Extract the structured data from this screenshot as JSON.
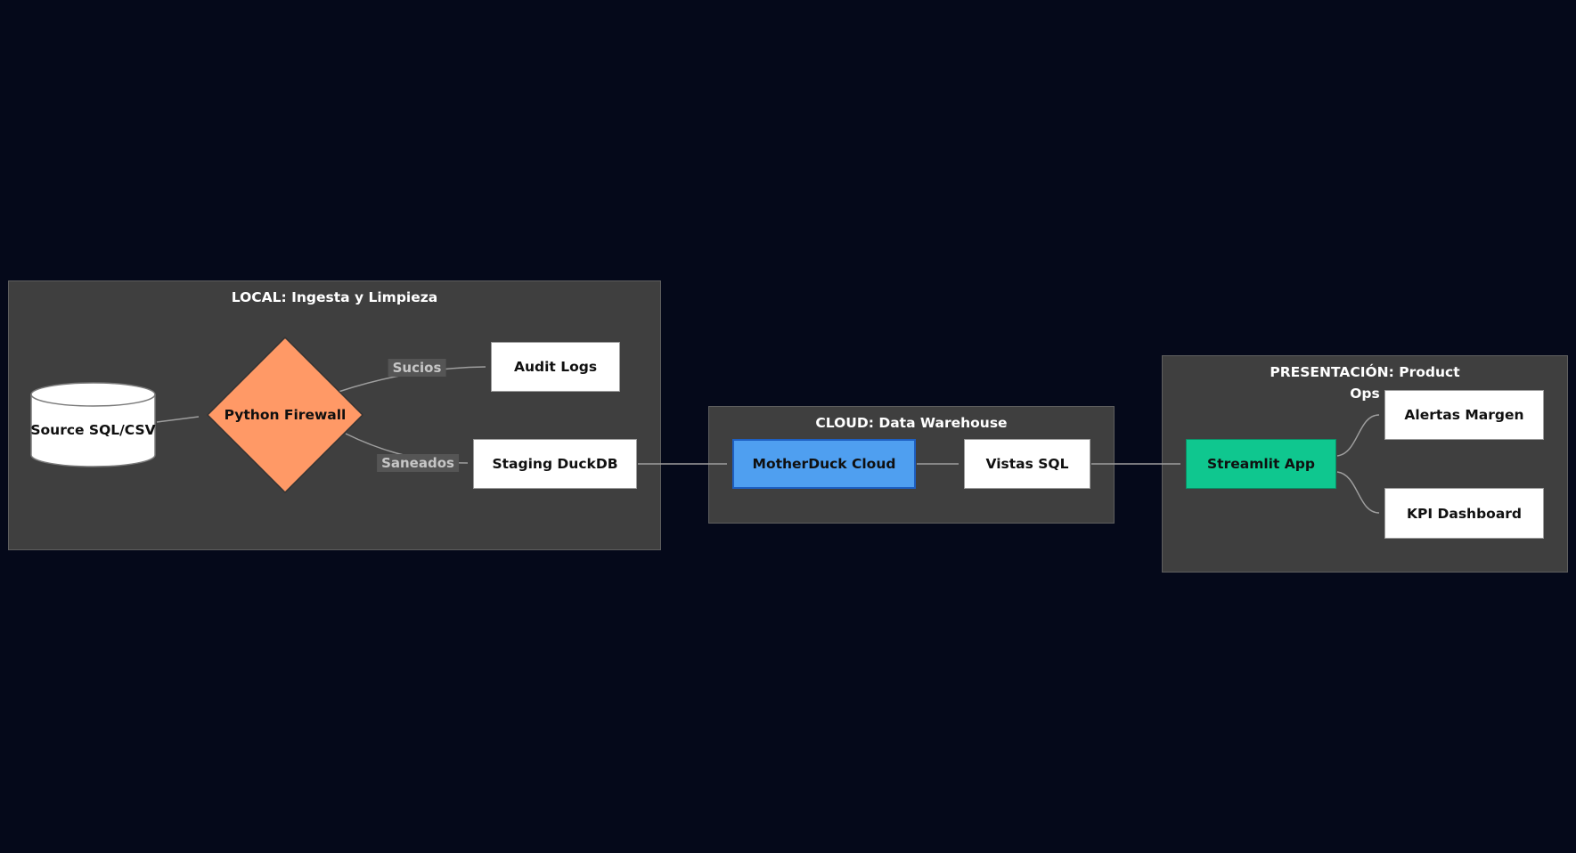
{
  "diagram": {
    "type": "flowchart",
    "direction": "LR",
    "colors": {
      "background": "#05091a",
      "group_fill": "#3f3f3f",
      "group_border": "#5e5e5e",
      "group_title_text": "#ffffff",
      "edge": "#9e9e9e",
      "edge_label_bg": "#555555",
      "edge_label_text": "#c6c6c6",
      "node_text": "#101010"
    },
    "groups": [
      {
        "id": "local",
        "title": "LOCAL: Ingesta y Limpieza"
      },
      {
        "id": "cloud",
        "title": "CLOUD: Data Warehouse"
      },
      {
        "id": "presentacion",
        "title": "PRESENTACIÓN: Product Ops"
      }
    ],
    "nodes": [
      {
        "id": "source",
        "group": "local",
        "shape": "cylinder",
        "label": "Source SQL/CSV",
        "fill": "#ffffff",
        "stroke": "#7a7a7a"
      },
      {
        "id": "firewall",
        "group": "local",
        "shape": "diamond",
        "label": "Python Firewall",
        "fill": "#ff9966",
        "stroke": "#333333"
      },
      {
        "id": "audit",
        "group": "local",
        "shape": "rect",
        "label": "Audit Logs",
        "fill": "#ffffff",
        "stroke": "#9c9c9c"
      },
      {
        "id": "staging",
        "group": "local",
        "shape": "rect",
        "label": "Staging DuckDB",
        "fill": "#ffffff",
        "stroke": "#9c9c9c"
      },
      {
        "id": "motherduck",
        "group": "cloud",
        "shape": "rect",
        "label": "MotherDuck Cloud",
        "fill": "#4f9ff0",
        "stroke": "#1d5fc2"
      },
      {
        "id": "vistas",
        "group": "cloud",
        "shape": "rect",
        "label": "Vistas SQL",
        "fill": "#ffffff",
        "stroke": "#9c9c9c"
      },
      {
        "id": "streamlit",
        "group": "presentacion",
        "shape": "rect",
        "label": "Streamlit App",
        "fill": "#0fc78f",
        "stroke": "#0a8f66"
      },
      {
        "id": "alertas",
        "group": "presentacion",
        "shape": "rect",
        "label": "Alertas Margen",
        "fill": "#ffffff",
        "stroke": "#9c9c9c"
      },
      {
        "id": "kpi",
        "group": "presentacion",
        "shape": "rect",
        "label": "KPI Dashboard",
        "fill": "#ffffff",
        "stroke": "#9c9c9c"
      }
    ],
    "edges": [
      {
        "from": "source",
        "to": "firewall",
        "label": ""
      },
      {
        "from": "firewall",
        "to": "audit",
        "label": "Sucios"
      },
      {
        "from": "firewall",
        "to": "staging",
        "label": "Saneados"
      },
      {
        "from": "staging",
        "to": "motherduck",
        "label": ""
      },
      {
        "from": "motherduck",
        "to": "vistas",
        "label": ""
      },
      {
        "from": "vistas",
        "to": "streamlit",
        "label": ""
      },
      {
        "from": "streamlit",
        "to": "alertas",
        "label": ""
      },
      {
        "from": "streamlit",
        "to": "kpi",
        "label": ""
      }
    ]
  }
}
